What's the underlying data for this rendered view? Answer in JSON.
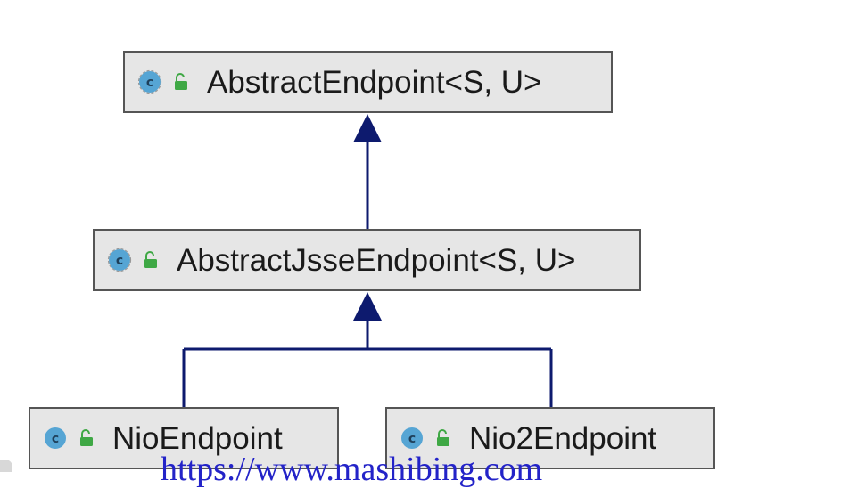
{
  "diagram": {
    "nodes": [
      {
        "id": "abstract-endpoint",
        "label": "AbstractEndpoint<S, U>",
        "icon": "abstract-class-icon",
        "visibility": "public-lock-icon"
      },
      {
        "id": "abstract-jsse-endpoint",
        "label": "AbstractJsseEndpoint<S, U>",
        "icon": "abstract-class-icon",
        "visibility": "public-lock-icon"
      },
      {
        "id": "nio-endpoint",
        "label": "NioEndpoint",
        "icon": "class-icon",
        "visibility": "public-lock-icon"
      },
      {
        "id": "nio2-endpoint",
        "label": "Nio2Endpoint",
        "icon": "class-icon",
        "visibility": "public-lock-icon"
      }
    ],
    "edges": [
      {
        "from": "abstract-jsse-endpoint",
        "to": "abstract-endpoint",
        "type": "extends"
      },
      {
        "from": "nio-endpoint",
        "to": "abstract-jsse-endpoint",
        "type": "extends"
      },
      {
        "from": "nio2-endpoint",
        "to": "abstract-jsse-endpoint",
        "type": "extends"
      }
    ]
  },
  "watermark": {
    "text": "https://www.mashibing.com"
  },
  "colors": {
    "edge": "#0d1a6e",
    "node_fill": "#e6e6e6",
    "node_border": "#555555",
    "icon_class": "#56a5d4",
    "icon_lock": "#3fa845",
    "watermark": "#2323c8"
  }
}
